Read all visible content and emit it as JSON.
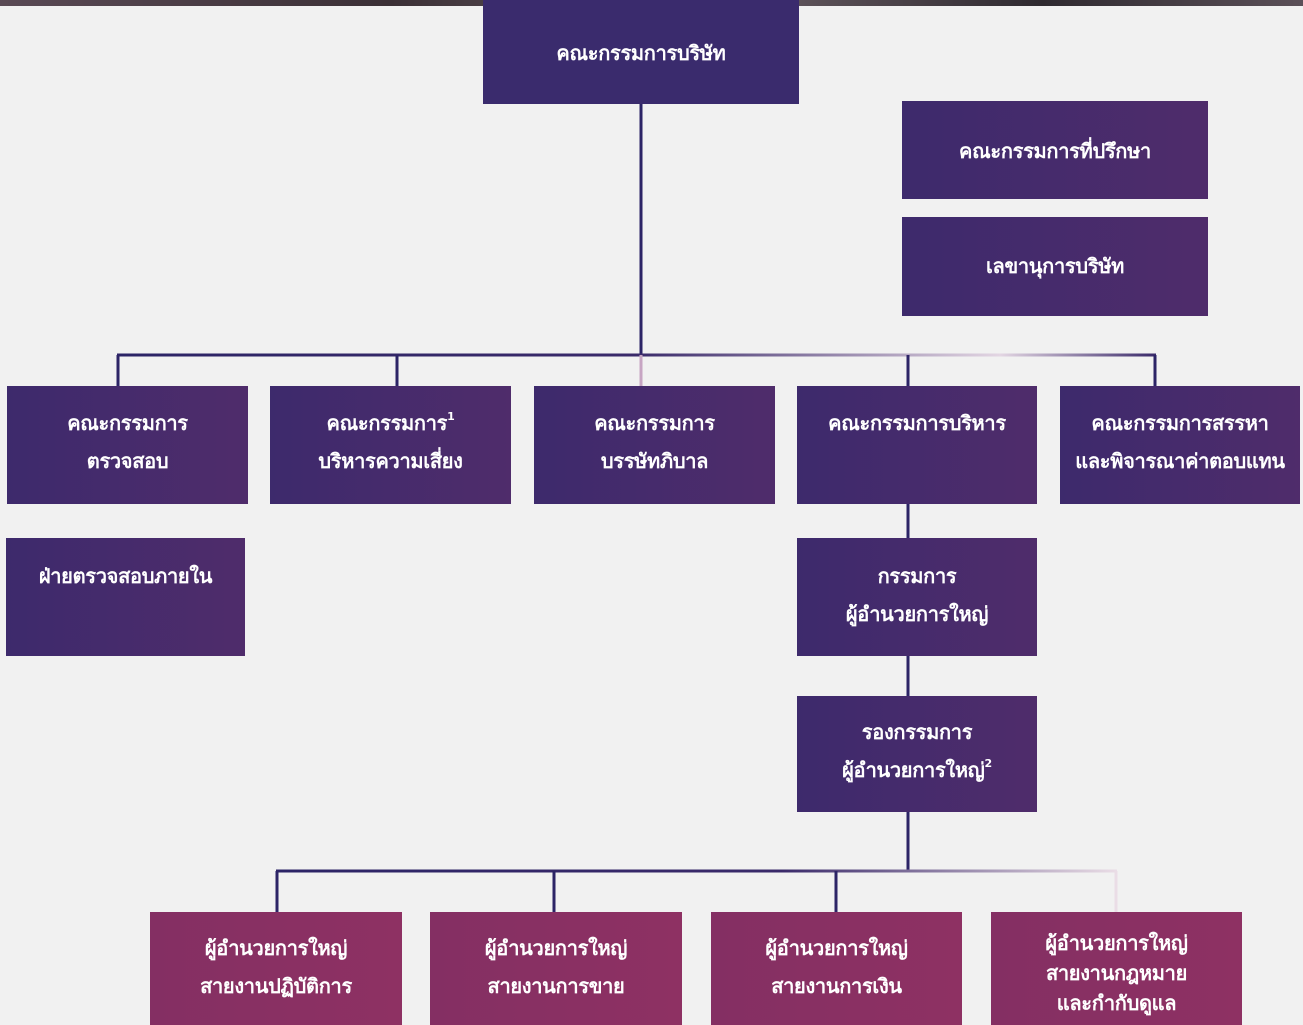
{
  "board": {
    "label": "คณะกรรมการบริษัท"
  },
  "advisors": {
    "label": "คณะกรรมการที่ปรึกษา"
  },
  "secretary": {
    "label": "เลขานุการบริษัท"
  },
  "committees": [
    {
      "line1": "คณะกรรมการ",
      "line2": "ตรวจสอบ"
    },
    {
      "line1": "คณะกรรมการ",
      "line1_sup": "1",
      "line2": "บริหารความเสี่ยง"
    },
    {
      "line1": "คณะกรรมการ",
      "line2": "บรรษัทภิบาล"
    },
    {
      "line1": "คณะกรรมการบริหาร",
      "line2": ""
    },
    {
      "line1": "คณะกรรมการสรรหา",
      "line2": "และพิจารณาค่าตอบแทน"
    }
  ],
  "internal_audit": {
    "label": "ฝ่ายตรวจสอบภายใน"
  },
  "ceo": {
    "line1": "กรรมการ",
    "line2": "ผู้อำนวยการใหญ่"
  },
  "deputy_ceo": {
    "line1": "รองกรรมการ",
    "line2": "ผู้อำนวยการใหญ่",
    "sup": "2"
  },
  "divisions": [
    {
      "line1": "ผู้อำนวยการใหญ่",
      "line2": "สายงานปฏิบัติการ"
    },
    {
      "line1": "ผู้อำนวยการใหญ่",
      "line2": "สายงานการขาย"
    },
    {
      "line1": "ผู้อำนวยการใหญ่",
      "line2": "สายงานการเงิน"
    },
    {
      "line1": "ผู้อำนวยการใหญ่",
      "line2": "สายงานกฎหมาย",
      "line3": "และกำกับดูแล"
    }
  ],
  "colors": {
    "navy": "#3a2b6d",
    "purple": "#4a2c6b",
    "magenta": "#8a3063",
    "line_navy": "#2c2466",
    "line_fade": "#e6dde6"
  }
}
